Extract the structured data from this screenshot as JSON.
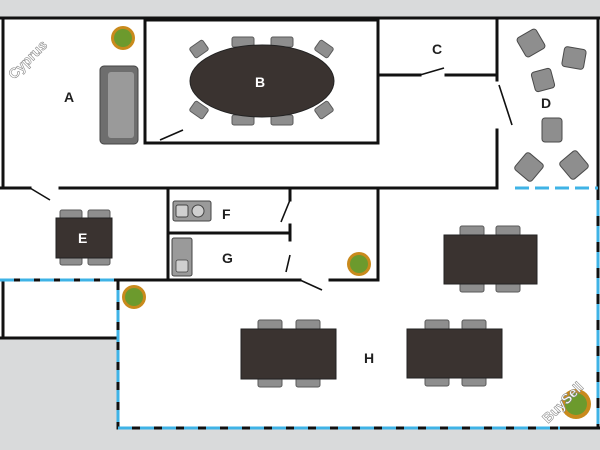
{
  "rooms": [
    {
      "id": "A",
      "label": "A"
    },
    {
      "id": "B",
      "label": "B"
    },
    {
      "id": "C",
      "label": "C"
    },
    {
      "id": "D",
      "label": "D"
    },
    {
      "id": "E",
      "label": "E"
    },
    {
      "id": "F",
      "label": "F"
    },
    {
      "id": "G",
      "label": "G"
    },
    {
      "id": "H",
      "label": "H"
    }
  ],
  "watermarks": {
    "top_left": "Cyprus",
    "bottom_right": "BuySell"
  },
  "colors": {
    "background": "#d9dadb",
    "floor": "#ffffff",
    "wall": "#111111",
    "window": "#3fb3e6",
    "table": "#3a3330",
    "chair": "#8e8e8e",
    "plant": "#6c9a2d"
  }
}
